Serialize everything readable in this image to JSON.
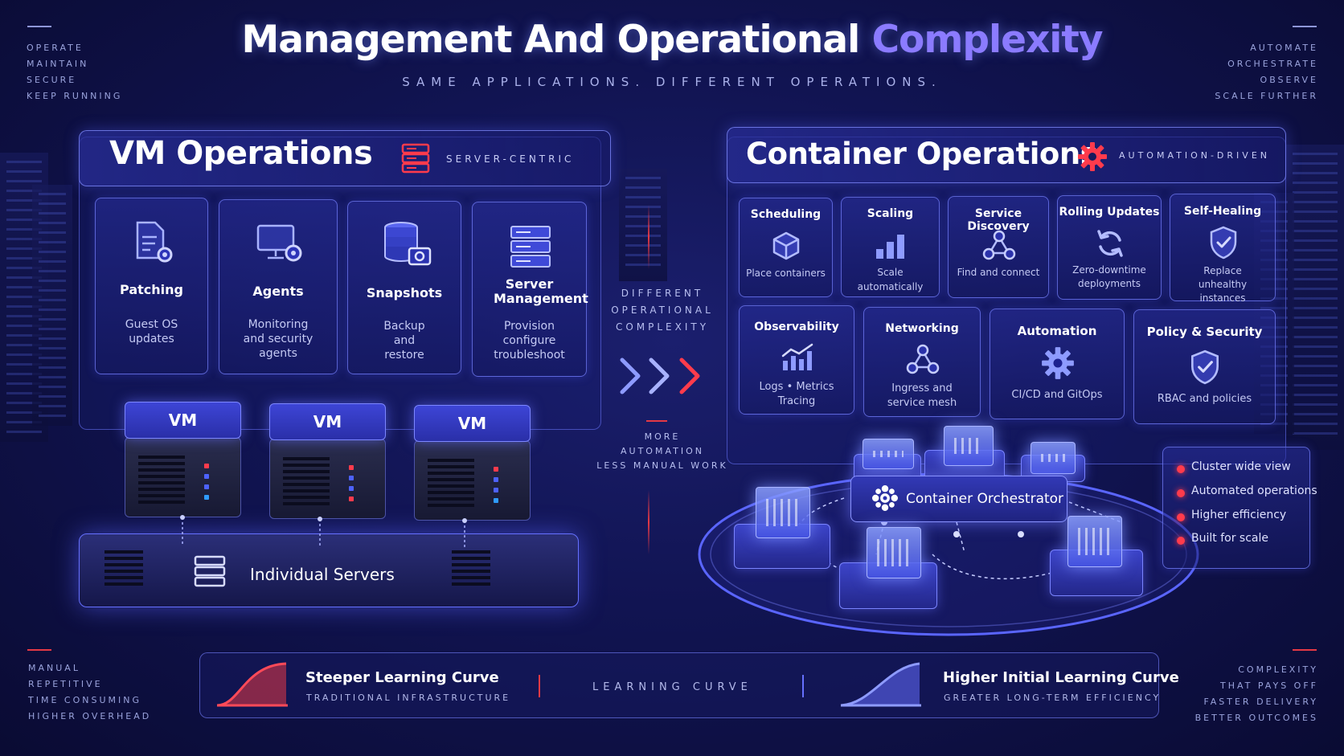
{
  "header": {
    "title_main": "Management And Operational ",
    "title_accent": "Complexity",
    "subtitle": "SAME APPLICATIONS. DIFFERENT OPERATIONS."
  },
  "corners": {
    "top_left": [
      "OPERATE",
      "MAINTAIN",
      "SECURE",
      "KEEP RUNNING"
    ],
    "top_right": [
      "AUTOMATE",
      "ORCHESTRATE",
      "OBSERVE",
      "SCALE FURTHER"
    ],
    "bottom_left": [
      "MANUAL",
      "REPETITIVE",
      "TIME CONSUMING",
      "HIGHER OVERHEAD"
    ],
    "bottom_right": [
      "COMPLEXITY",
      "THAT PAYS OFF",
      "FASTER DELIVERY",
      "BETTER OUTCOMES"
    ]
  },
  "vm": {
    "title": "VM Operations",
    "tag": "SERVER-CENTRIC",
    "cards": [
      {
        "title": "Patching",
        "desc": "Guest OS updates",
        "icon": "document-gear-icon"
      },
      {
        "title": "Agents",
        "desc": "Monitoring and security agents",
        "icon": "monitor-gear-icon"
      },
      {
        "title": "Snapshots",
        "desc": "Backup and restore",
        "icon": "database-camera-icon"
      },
      {
        "title": "Server Management",
        "desc": "Provision configure troubleshoot",
        "icon": "server-rack-icon"
      }
    ],
    "vm_label": "VM",
    "platform_label": "Individual Servers"
  },
  "middle": {
    "top": [
      "DIFFERENT",
      "OPERATIONAL",
      "COMPLEXITY"
    ],
    "bottom": [
      "MORE",
      "AUTOMATION",
      "LESS MANUAL WORK"
    ]
  },
  "container": {
    "title": "Container Operations",
    "tag": "AUTOMATION-DRIVEN",
    "row1": [
      {
        "title": "Scheduling",
        "desc": "Place containers",
        "icon": "cube-icon"
      },
      {
        "title": "Scaling",
        "desc": "Scale automatically",
        "icon": "bar-chart-icon"
      },
      {
        "title": "Service Discovery",
        "desc": "Find and connect",
        "icon": "network-nodes-icon"
      },
      {
        "title": "Rolling Updates",
        "desc": "Zero-downtime deployments",
        "icon": "refresh-icon"
      },
      {
        "title": "Self-Healing",
        "desc": "Replace unhealthy instances",
        "icon": "shield-check-icon"
      }
    ],
    "row2": [
      {
        "title": "Observability",
        "desc": "Logs • Metrics Tracing",
        "icon": "trend-chart-icon"
      },
      {
        "title": "Networking",
        "desc": "Ingress and service mesh",
        "icon": "network-nodes-icon"
      },
      {
        "title": "Automation",
        "desc": "CI/CD and GitOps",
        "icon": "gear-icon"
      },
      {
        "title": "Policy & Security",
        "desc": "RBAC and policies",
        "icon": "shield-check-icon"
      }
    ],
    "orchestrator": "Container Orchestrator",
    "bullets": [
      "Cluster wide view",
      "Automated operations",
      "Higher efficiency",
      "Built for scale"
    ]
  },
  "learning": {
    "left_title": "Steeper Learning Curve",
    "left_sub": "TRADITIONAL INFRASTRUCTURE",
    "center": "LEARNING CURVE",
    "right_title": "Higher Initial Learning Curve",
    "right_sub": "GREATER LONG-TERM EFFICIENCY"
  },
  "colors": {
    "accent_red": "#e53945",
    "accent_blue": "#6670ff",
    "accent_purple": "#8b7bff"
  }
}
